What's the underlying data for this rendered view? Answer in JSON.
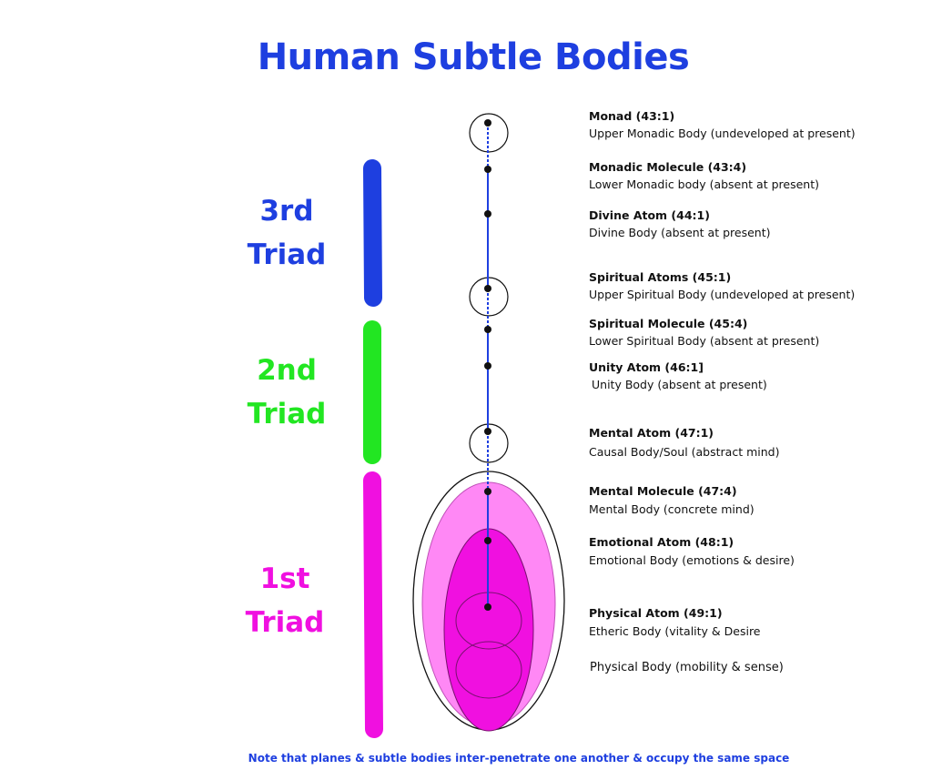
{
  "title": "Human Subtle Bodies",
  "triads": [
    {
      "line1": "3rd",
      "line2": "Triad",
      "color": "#1e3fe0"
    },
    {
      "line1": "2nd",
      "line2": "Triad",
      "color": "#22e622"
    },
    {
      "line1": "1st",
      "line2": "Triad",
      "color": "#f010e0"
    }
  ],
  "planes": [
    {
      "name": "Monad (43:1)",
      "body": "Upper Monadic Body (undeveloped at present)"
    },
    {
      "name": "Monadic Molecule (43:4)",
      "body": "Lower Monadic body (absent at present)"
    },
    {
      "name": "Divine Atom (44:1)",
      "body": "Divine Body (absent at present)"
    },
    {
      "name": "Spiritual Atoms (45:1)",
      "body": "Upper Spiritual Body (undeveloped at present)"
    },
    {
      "name": "Spiritual Molecule (45:4)",
      "body": "Lower Spiritual Body (absent at present)"
    },
    {
      "name": "Unity Atom (46:1]",
      "body": "Unity Body (absent at present)"
    },
    {
      "name": "Mental Atom (47:1)",
      "body": "Causal Body/Soul (abstract mind)"
    },
    {
      "name": "Mental Molecule (47:4)",
      "body": "Mental Body (concrete mind)"
    },
    {
      "name": "Emotional Atom (48:1)",
      "body": "Emotional Body (emotions & desire)"
    },
    {
      "name": "Physical Atom (49:1)",
      "body": "Etheric Body (vitality & Desire"
    }
  ],
  "physical_body": "Physical Body (mobility & sense)",
  "note": "Note that planes & subtle bodies inter-penetrate one another & occupy the same space",
  "colors": {
    "blue": "#1e3fe0",
    "green": "#22e622",
    "magenta": "#f010e0",
    "outer_pink": "#ff88f5",
    "inner_magenta": "#f010e0"
  }
}
